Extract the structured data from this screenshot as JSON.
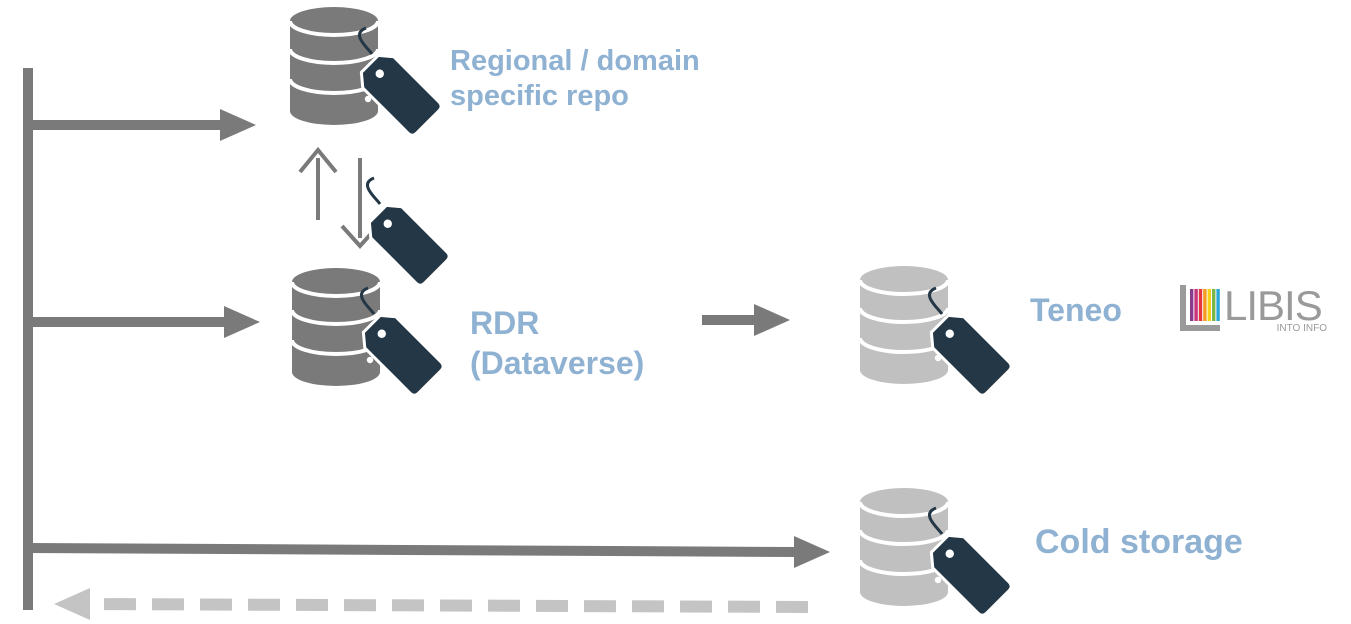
{
  "colors": {
    "label": "#8fb2d3",
    "arrow_dark": "#7a7a7a",
    "arrow_light": "#c4c4c4",
    "db_dark": "#7a7a7a",
    "db_light": "#c0c0c0",
    "tag": "#243746"
  },
  "nodes": {
    "regional": {
      "label": "Regional / domain\nspecific repo",
      "icon": "database-tag-icon"
    },
    "rdr": {
      "label": "RDR\n (Dataverse)",
      "icon": "database-tag-icon"
    },
    "teneo": {
      "label": "Teneo",
      "icon": "database-tag-icon"
    },
    "cold": {
      "label": "Cold storage",
      "icon": "database-tag-icon"
    }
  },
  "logo": {
    "name": "LIBIS",
    "tagline": "INTO INFO",
    "bar_colors": [
      "#8a3a8f",
      "#c8327a",
      "#e5363d",
      "#f39a1f",
      "#f7d117",
      "#7ab648",
      "#2aa7d8"
    ]
  }
}
